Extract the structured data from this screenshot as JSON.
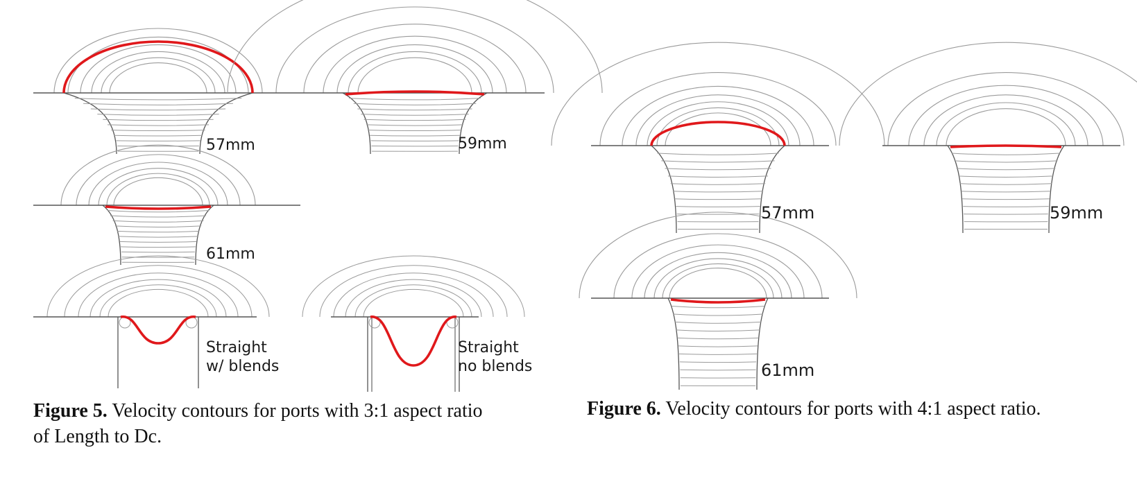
{
  "figure5": {
    "label": "Figure 5.",
    "caption_line1": "Velocity contours for ports with 3:1 aspect ratio",
    "caption_line2": "of Length to Dc.",
    "panels": [
      {
        "id": "57mm",
        "label": "57mm"
      },
      {
        "id": "59mm",
        "label": "59mm"
      },
      {
        "id": "61mm",
        "label": "61mm"
      },
      {
        "id": "straight-blends",
        "label": "Straight\nw/ blends"
      },
      {
        "id": "straight-no-blends",
        "label": "Straight\nno blends"
      }
    ]
  },
  "figure6": {
    "label": "Figure 6.",
    "caption": "Velocity contours for ports with 4:1 aspect ratio.",
    "panels": [
      {
        "id": "57mm",
        "label": "57mm"
      },
      {
        "id": "59mm",
        "label": "59mm"
      },
      {
        "id": "61mm",
        "label": "61mm"
      }
    ]
  },
  "colors": {
    "contour": "#9a9a9a",
    "wall": "#555555",
    "highlight": "#e0181b"
  }
}
